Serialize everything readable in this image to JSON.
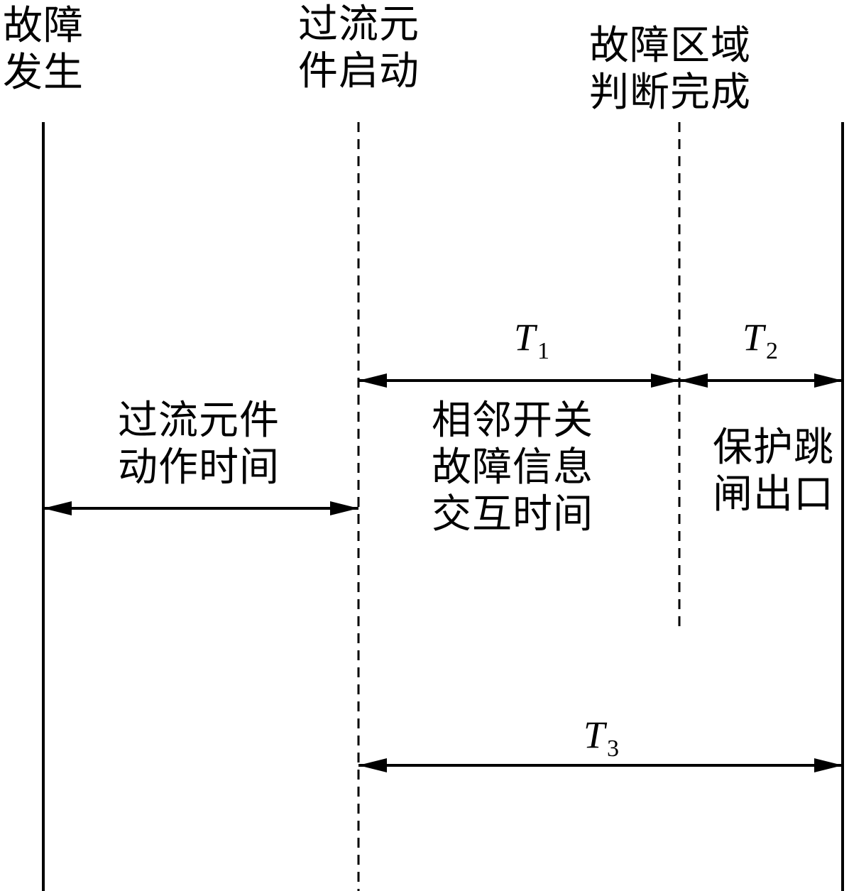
{
  "events": {
    "fault_occur": [
      "故障",
      "发生"
    ],
    "overcurrent_start": [
      "过流元",
      "件启动"
    ],
    "zone_judged": [
      "故障区域",
      "判断完成"
    ]
  },
  "intervals": {
    "overcurrent_action": [
      "过流元件",
      "动作时间"
    ],
    "t1": {
      "symbol": "T",
      "sub": "1",
      "description": [
        "相邻开关",
        "故障信息",
        "交互时间"
      ]
    },
    "t2": {
      "symbol": "T",
      "sub": "2",
      "description": [
        "保护跳",
        "闸出口"
      ]
    },
    "t3": {
      "symbol": "T",
      "sub": "3"
    }
  }
}
